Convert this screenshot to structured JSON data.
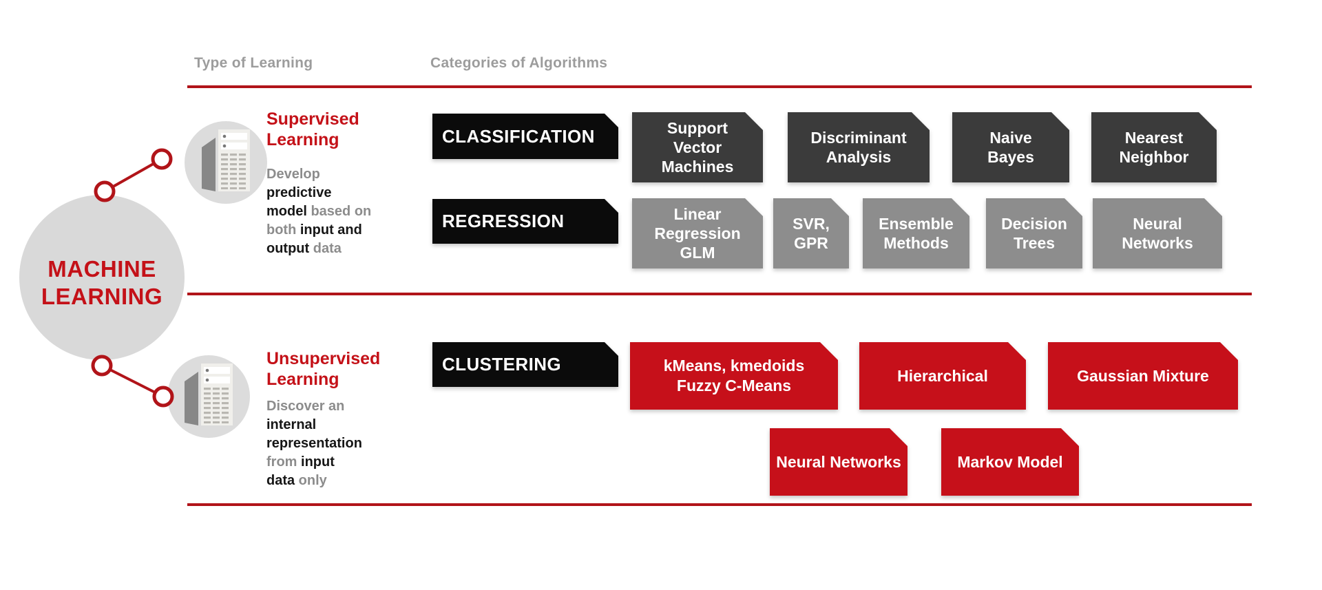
{
  "colors": {
    "brand_red": "#c41118",
    "box_red": "#c6101a",
    "line_red": "#b11419",
    "category_black": "#0b0b0b",
    "algorithm_dark": "#3b3b3b",
    "algorithm_gray": "#8d8d8d",
    "hub_circle_gray": "#d9d9d9",
    "header_gray": "#9c9c9c"
  },
  "column_headers": {
    "type": "Type of Learning",
    "categories": "Categories of Algorithms"
  },
  "root_node": {
    "label": "MACHINE\nLEARNING"
  },
  "supervised": {
    "title": "Supervised\nLearning",
    "description": [
      [
        {
          "text": "Develop",
          "tone": "gray"
        }
      ],
      [
        {
          "text": "predictive",
          "tone": "black"
        }
      ],
      [
        {
          "text": "model",
          "tone": "black"
        },
        {
          "text": " based on",
          "tone": "gray"
        }
      ],
      [
        {
          "text": "both",
          "tone": "gray"
        },
        {
          "text": " input and",
          "tone": "black"
        }
      ],
      [
        {
          "text": "output",
          "tone": "black"
        },
        {
          "text": " data",
          "tone": "gray"
        }
      ]
    ],
    "classification": {
      "category": "CLASSIFICATION",
      "algorithms": [
        "Support\nVector\nMachines",
        "Discriminant\nAnalysis",
        "Naive\nBayes",
        "Nearest\nNeighbor"
      ]
    },
    "regression": {
      "category": "REGRESSION",
      "algorithms": [
        "Linear\nRegression\nGLM",
        "SVR,\nGPR",
        "Ensemble\nMethods",
        "Decision\nTrees",
        "Neural\nNetworks"
      ]
    }
  },
  "unsupervised": {
    "title": "Unsupervised\nLearning",
    "description": [
      [
        {
          "text": "Discover an",
          "tone": "gray"
        }
      ],
      [
        {
          "text": "internal",
          "tone": "black"
        }
      ],
      [
        {
          "text": "representation",
          "tone": "black"
        }
      ],
      [
        {
          "text": "from",
          "tone": "gray"
        },
        {
          "text": " input",
          "tone": "black"
        }
      ],
      [
        {
          "text": "data",
          "tone": "black"
        },
        {
          "text": " only",
          "tone": "gray"
        }
      ]
    ],
    "clustering": {
      "category": "CLUSTERING",
      "algorithms_row1": [
        "kMeans, kmedoids\nFuzzy C-Means",
        "Hierarchical",
        "Gaussian Mixture"
      ],
      "algorithms_row2": [
        "Neural Networks",
        "Markov Model"
      ]
    }
  }
}
